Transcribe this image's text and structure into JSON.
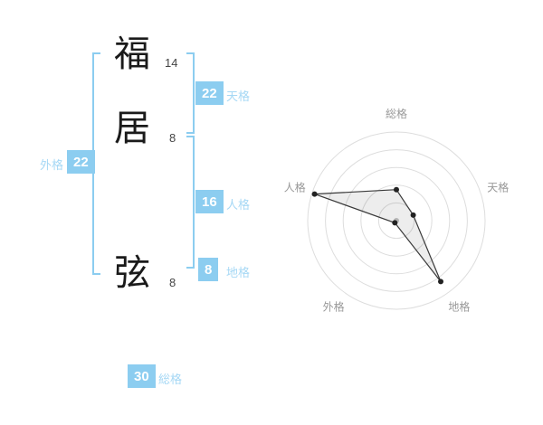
{
  "characters": [
    {
      "char": "福",
      "strokes": "14"
    },
    {
      "char": "居",
      "strokes": "8"
    },
    {
      "char": "弦",
      "strokes": "8"
    }
  ],
  "scores": {
    "tenkaku": {
      "value": "22",
      "label": "天格"
    },
    "jinkaku": {
      "value": "16",
      "label": "人格"
    },
    "chikaku": {
      "value": "8",
      "label": "地格"
    },
    "gaikaku": {
      "value": "22",
      "label": "外格"
    },
    "soukaku": {
      "value": "30",
      "label": "総格"
    }
  },
  "colors": {
    "accent": "#8ccdf0",
    "label": "#a6d8f5",
    "chart_grid": "#dddddd",
    "chart_label": "#999999",
    "chart_line": "#3a3a3a",
    "chart_fill": "rgba(0,0,0,0.07)",
    "chart_dot": "#222222",
    "chart_center_dot": "#b5b5b5"
  },
  "chart_data": {
    "type": "radar",
    "categories": [
      "総格",
      "天格",
      "地格",
      "外格",
      "人格"
    ],
    "values": [
      35,
      20,
      85,
      3,
      97
    ],
    "max": 100,
    "rings": 5,
    "start_angle_deg": 90,
    "direction": "clockwise",
    "grid": "circular",
    "legend": "none"
  }
}
